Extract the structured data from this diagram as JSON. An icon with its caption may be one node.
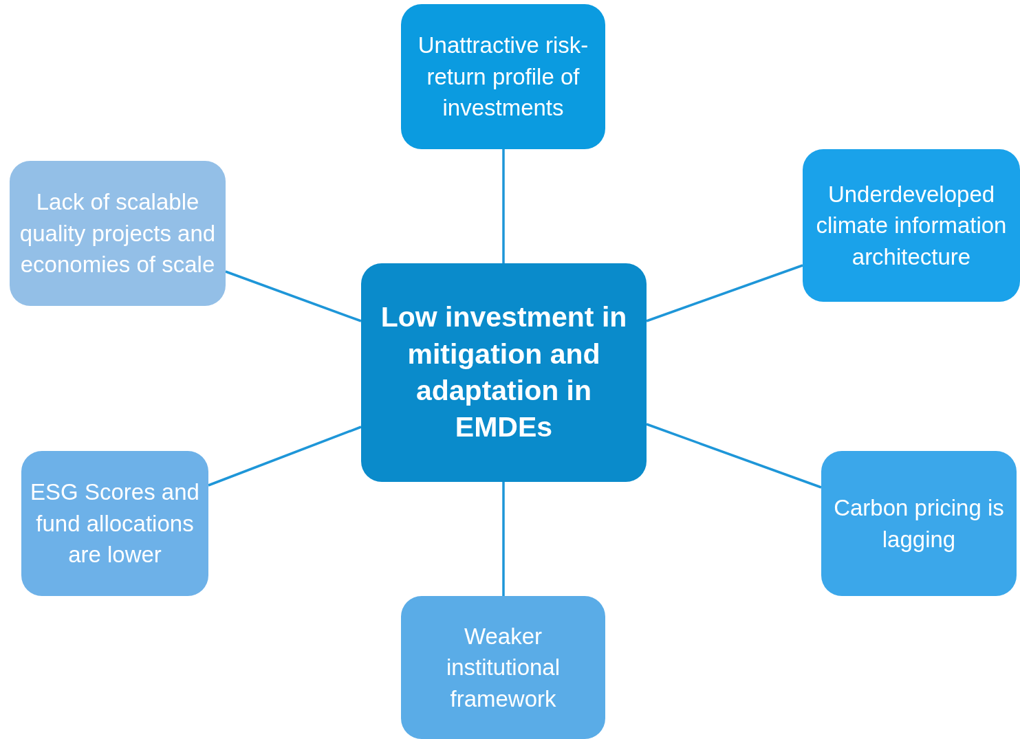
{
  "diagram": {
    "nodes": [
      {
        "text": [
          "Unattractive risk-return profile of investments"
        ]
      },
      {
        "text": [
          "Lack of scalable quality projects and economies of scale"
        ]
      },
      {
        "text": [
          "Underdeveloped climate information architecture"
        ]
      },
      {
        "text": [
          "Low investment in mitigation and adaptation in EMDEs"
        ]
      },
      {
        "text": [
          "ESG Scores and fund allocations are lower"
        ]
      },
      {
        "text": [
          "Carbon pricing is lagging"
        ]
      },
      {
        "text": [
          "Weaker institutional framework"
        ]
      }
    ],
    "edges": [
      {
        "from": 3,
        "to": 0,
        "arrow": "none"
      },
      {
        "from": 3,
        "to": 1,
        "arrow": "none"
      },
      {
        "from": 3,
        "to": 2,
        "arrow": "none"
      },
      {
        "from": 3,
        "to": 4,
        "arrow": "none"
      },
      {
        "from": 3,
        "to": 5,
        "arrow": "none"
      },
      {
        "from": 3,
        "to": 6,
        "arrow": "none"
      }
    ]
  }
}
